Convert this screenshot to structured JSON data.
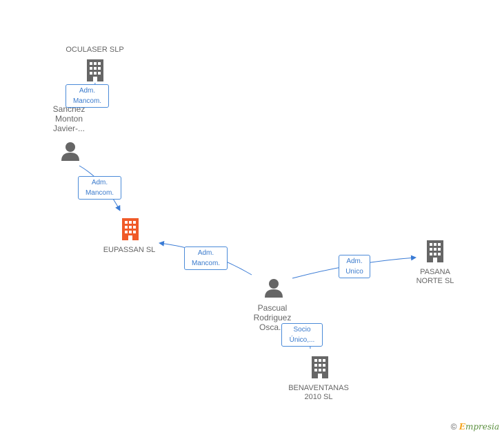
{
  "colors": {
    "edge": "#3a7bd5",
    "company_icon": "#666666",
    "focus_company_icon": "#f05a28",
    "person_icon": "#666666",
    "label_text": "#666666"
  },
  "nodes": {
    "oculaser": {
      "label": "OCULASER SLP",
      "icon": "building-icon"
    },
    "sanchez": {
      "label": "Sanchez\nMonton\nJavier-...",
      "icon": "person-icon"
    },
    "eupassan": {
      "label": "EUPASSAN SL",
      "icon": "building-icon"
    },
    "pascual": {
      "label": "Pascual\nRodriguez\nOsca...",
      "icon": "person-icon"
    },
    "pasana": {
      "label": "PASANA\nNORTE SL",
      "icon": "building-icon"
    },
    "benaventanas": {
      "label": "BENAVENTANAS\n2010 SL",
      "icon": "building-icon"
    }
  },
  "edges": {
    "e1": {
      "label": "Adm.\nMancom."
    },
    "e2": {
      "label": "Adm.\nMancom."
    },
    "e3": {
      "label": "Adm.\nMancom."
    },
    "e4": {
      "label": "Adm.\nUnico"
    },
    "e5": {
      "label": "Socio\nÚnico,..."
    }
  },
  "watermark": {
    "copyright": "©",
    "brand_first": "E",
    "brand_rest": "mpresia"
  }
}
